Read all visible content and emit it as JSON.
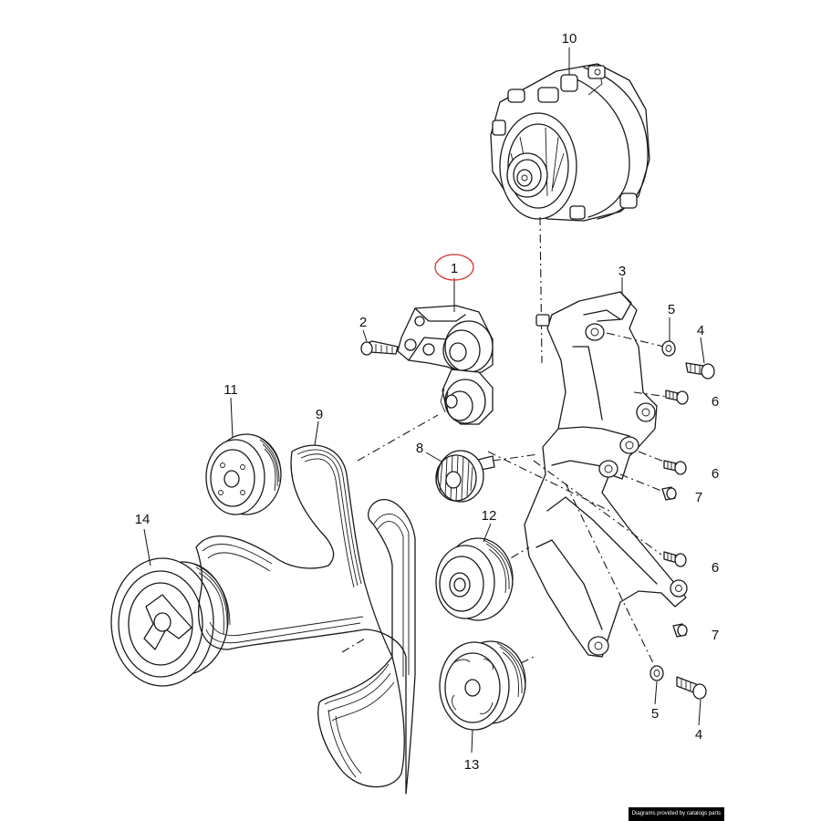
{
  "callouts": {
    "c1": "1",
    "c2": "2",
    "c3": "3",
    "c4a": "4",
    "c4b": "4",
    "c5a": "5",
    "c5b": "5",
    "c6a": "6",
    "c6b": "6",
    "c6c": "6",
    "c7a": "7",
    "c7b": "7",
    "c8": "8",
    "c9": "9",
    "c10": "10",
    "c11": "11",
    "c12": "12",
    "c13": "13",
    "c14": "14"
  },
  "highlight": {
    "part": "1",
    "color": "#d9322b"
  },
  "credit": "Diagrams provided by catalogs parts"
}
